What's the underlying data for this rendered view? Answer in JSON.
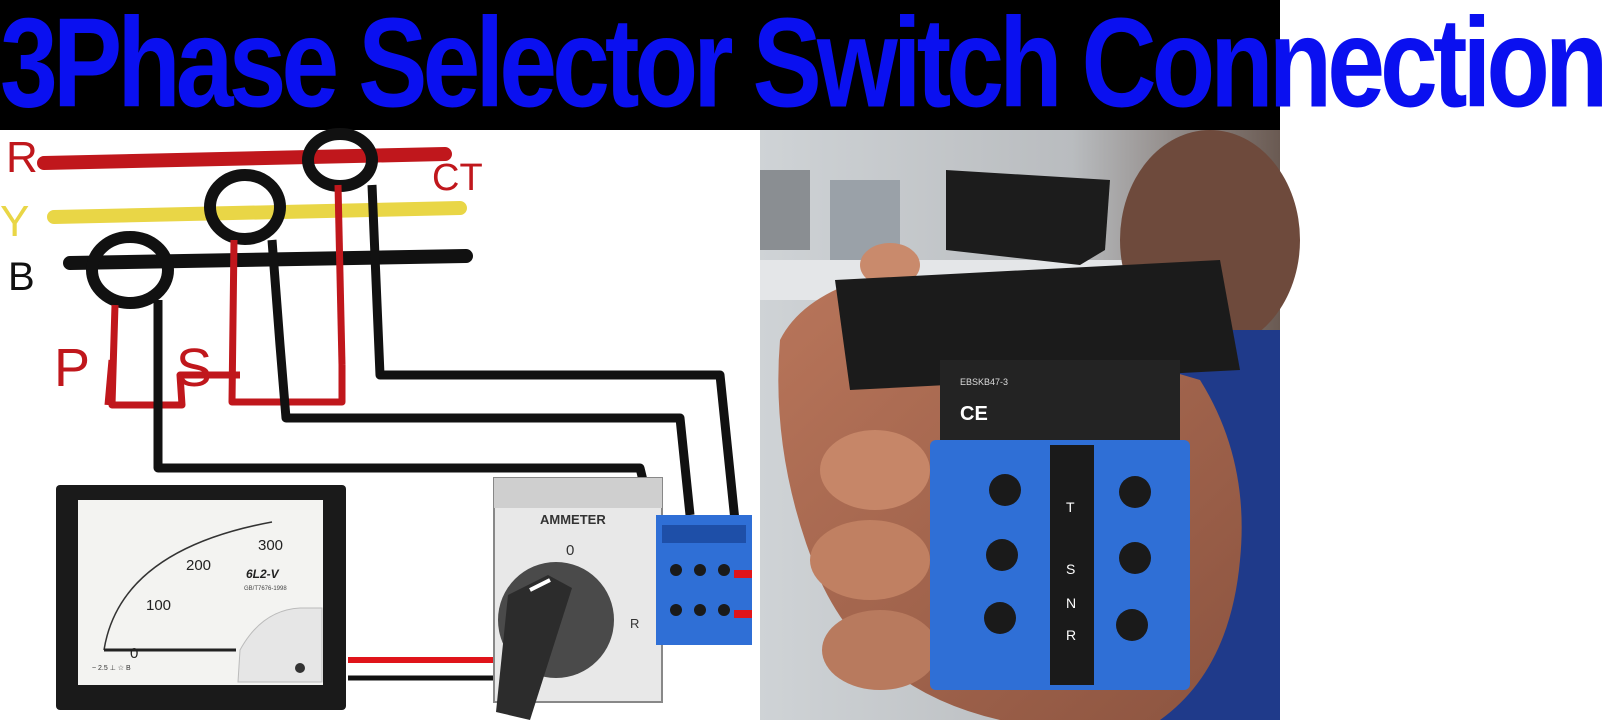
{
  "title": "3Phase Selector Switch Connection",
  "colors": {
    "title_text": "#0a10f0",
    "title_bg": "#000000",
    "phase_r": "#c0171c",
    "phase_y": "#e9d646",
    "phase_b": "#111111",
    "switch_blue": "#2f6fd6"
  },
  "diagram": {
    "phase_r_label": "R",
    "phase_y_label": "Y",
    "phase_b_label": "B",
    "ct_label": "CT",
    "primary_label": "P",
    "secondary_label": "S"
  },
  "ammeter": {
    "scale_labels": [
      "0",
      "100",
      "200",
      "300"
    ],
    "model": "6L2-V",
    "standard": "GB/T7676-1998",
    "specs": "~ 2.5 ⊥ ☆ B"
  },
  "selector_switch": {
    "label": "AMMETER",
    "position_0": "0",
    "position_r": "R"
  },
  "photo_switch": {
    "cert": "CE",
    "model": "EBSKB47-3",
    "terminal_labels": [
      "T",
      "S",
      "N",
      "R"
    ]
  }
}
